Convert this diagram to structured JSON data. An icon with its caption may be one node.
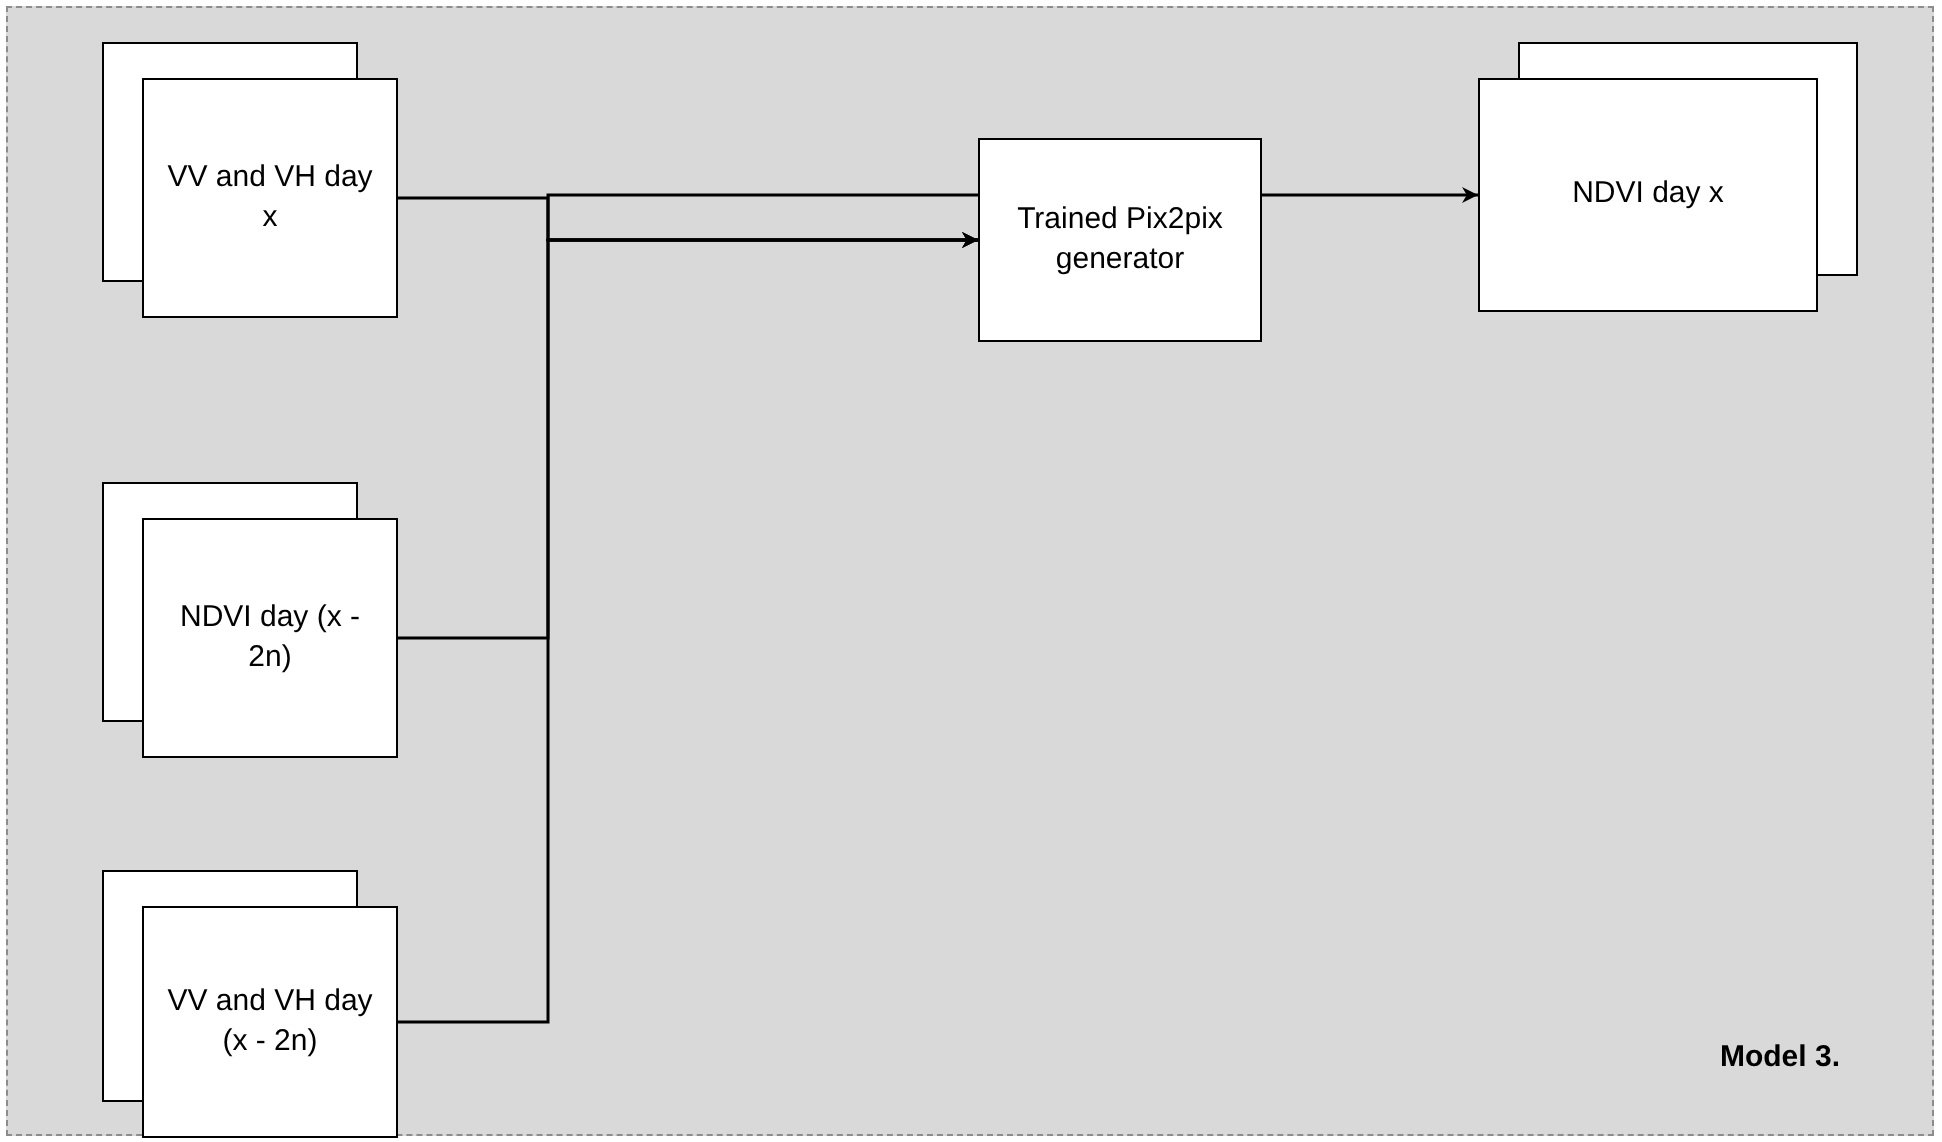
{
  "diagram": {
    "nodes": [
      {
        "text": [
          "Model 3."
        ]
      },
      {
        "text": [
          "VV and VH day x"
        ],
        "in": 0
      },
      {
        "text": [
          "NDVI day (x - 2n)"
        ],
        "in": 0
      },
      {
        "text": [
          "VV and VH day (x - 2n)"
        ],
        "in": 0
      },
      {
        "text": [
          "Trained Pix2pix generator"
        ],
        "in": 0
      },
      {
        "text": [
          "NDVI day x"
        ],
        "in": 0
      }
    ],
    "edges": [
      {
        "from": 1,
        "to": 4,
        "arrow": "to"
      },
      {
        "from": 2,
        "to": 4,
        "arrow": "to"
      },
      {
        "from": 3,
        "to": 4,
        "arrow": "to"
      },
      {
        "from": 4,
        "to": 5,
        "arrow": "to"
      }
    ]
  }
}
